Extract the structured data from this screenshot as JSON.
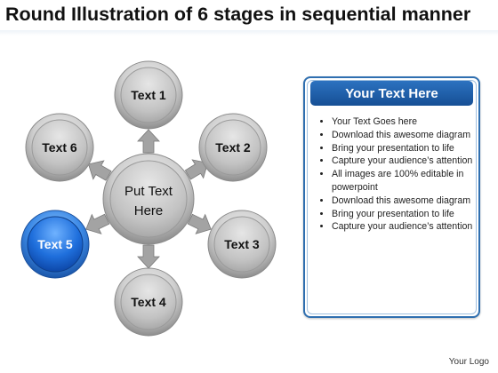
{
  "title": "Round Illustration of 6 stages in sequential manner",
  "center": {
    "line1": "Put Text",
    "line2": "Here"
  },
  "stages": [
    {
      "label": "Text 1",
      "highlighted": false
    },
    {
      "label": "Text 2",
      "highlighted": false
    },
    {
      "label": "Text 3",
      "highlighted": false
    },
    {
      "label": "Text 4",
      "highlighted": false
    },
    {
      "label": "Text 5",
      "highlighted": true
    },
    {
      "label": "Text 6",
      "highlighted": false
    }
  ],
  "panel": {
    "heading": "Your Text Here",
    "bullets": [
      "Your Text Goes here",
      "Download this awesome diagram",
      "Bring your presentation to life",
      "Capture your audience’s attention",
      "All images are 100% editable in powerpoint",
      "Download this awesome diagram",
      "Bring your presentation to life",
      "Capture your audience’s attention"
    ]
  },
  "logo": "Your Logo",
  "colors": {
    "accent_blue": "#1e64c8",
    "panel_border": "#2f6fb0",
    "circle_gray": "#c9c9c9",
    "arrow_gray": "#9a9a9a"
  }
}
